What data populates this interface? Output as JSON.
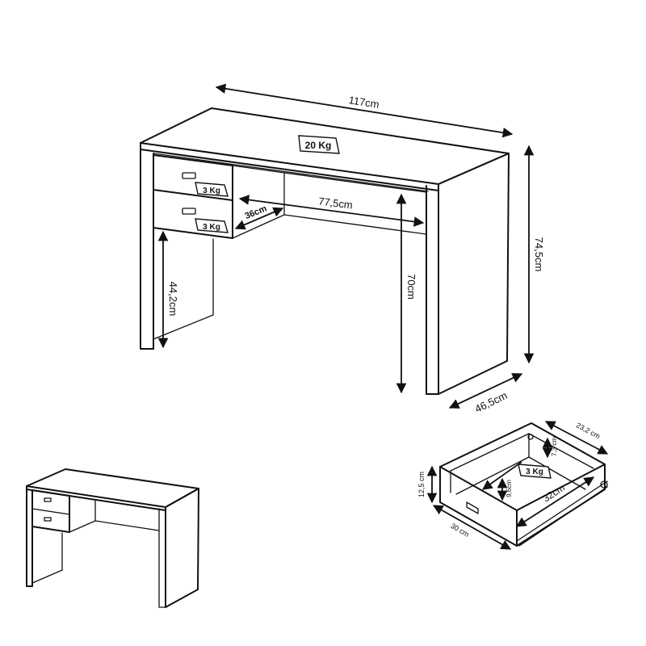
{
  "main_desk": {
    "width_label": "117cm",
    "height_label": "74,5cm",
    "depth_label": "46,5cm",
    "top_load_label": "20 Kg",
    "drawer_load_label": "3 Kg",
    "knee_width_label": "77,5cm",
    "knee_height_label": "70cm",
    "drawer_depth_label": "36cm",
    "pedestal_clearance_label": "44,2cm"
  },
  "drawer_detail": {
    "width_label": "30 cm",
    "front_height_label": "12,5 cm",
    "back_width_label": "23,2 cm",
    "inner_height_label": "7,3 cm",
    "side_height_label": "9,6cm",
    "depth_label": "32cm",
    "load_label": "3 Kg"
  }
}
